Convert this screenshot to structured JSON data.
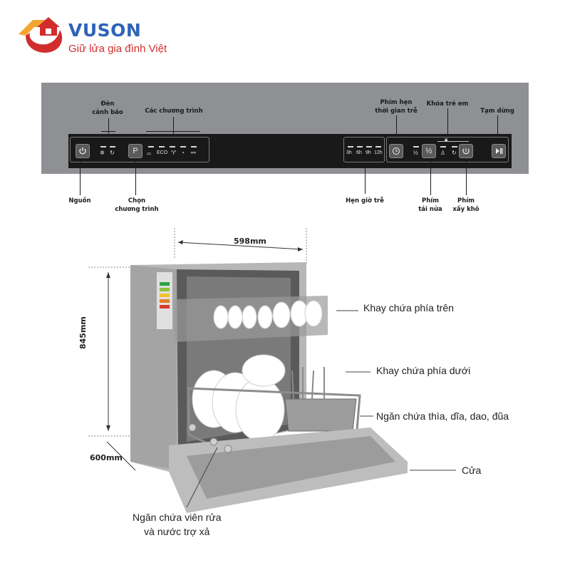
{
  "brand": {
    "name": "VUSON",
    "slogan": "Giữ lửa gia đình Việt",
    "colors": {
      "primary": "#2e63b8",
      "accent": "#d12d2d",
      "secondary": "#f2a531"
    }
  },
  "panel": {
    "top_labels": {
      "warning_lights": "Đèn\ncảnh báo",
      "programs": "Các chương trình",
      "delay_key": "Phím hẹn\nthời gian trễ",
      "child_lock": "Khóa trẻ em",
      "pause": "Tạm dừng"
    },
    "bottom_labels": {
      "power": "Nguồn",
      "select_program": "Chọn\nchương trình",
      "delay_timer": "Hẹn giờ trễ",
      "half_load": "Phím\ntải nửa",
      "dry": "Phím\nxấy khô"
    },
    "buttons": {
      "power": "power-icon",
      "program": "P",
      "delay": "clock-icon",
      "half_load": "½",
      "dry": "dry-icon",
      "play_pause": "play-pause-icon"
    },
    "program_icons": [
      "intensive-icon",
      "ECO",
      "glass-icon",
      "rapid-icon",
      "soak-icon"
    ],
    "delay_hours": [
      "3h",
      "6h",
      "9h",
      "12h"
    ],
    "option_icons": [
      "½",
      "lock-icon",
      "dry-icon"
    ]
  },
  "dishwasher": {
    "width": "598mm",
    "height": "845mm",
    "depth": "600mm",
    "labels": {
      "upper_rack": "Khay chứa phía trên",
      "lower_rack": "Khay chứa phía dưới",
      "cutlery": "Ngăn chứa thìa, dĩa, dao, đũa",
      "door": "Cửa",
      "detergent": "Ngăn chứa viên rửa\nvà nước trợ xả"
    }
  }
}
